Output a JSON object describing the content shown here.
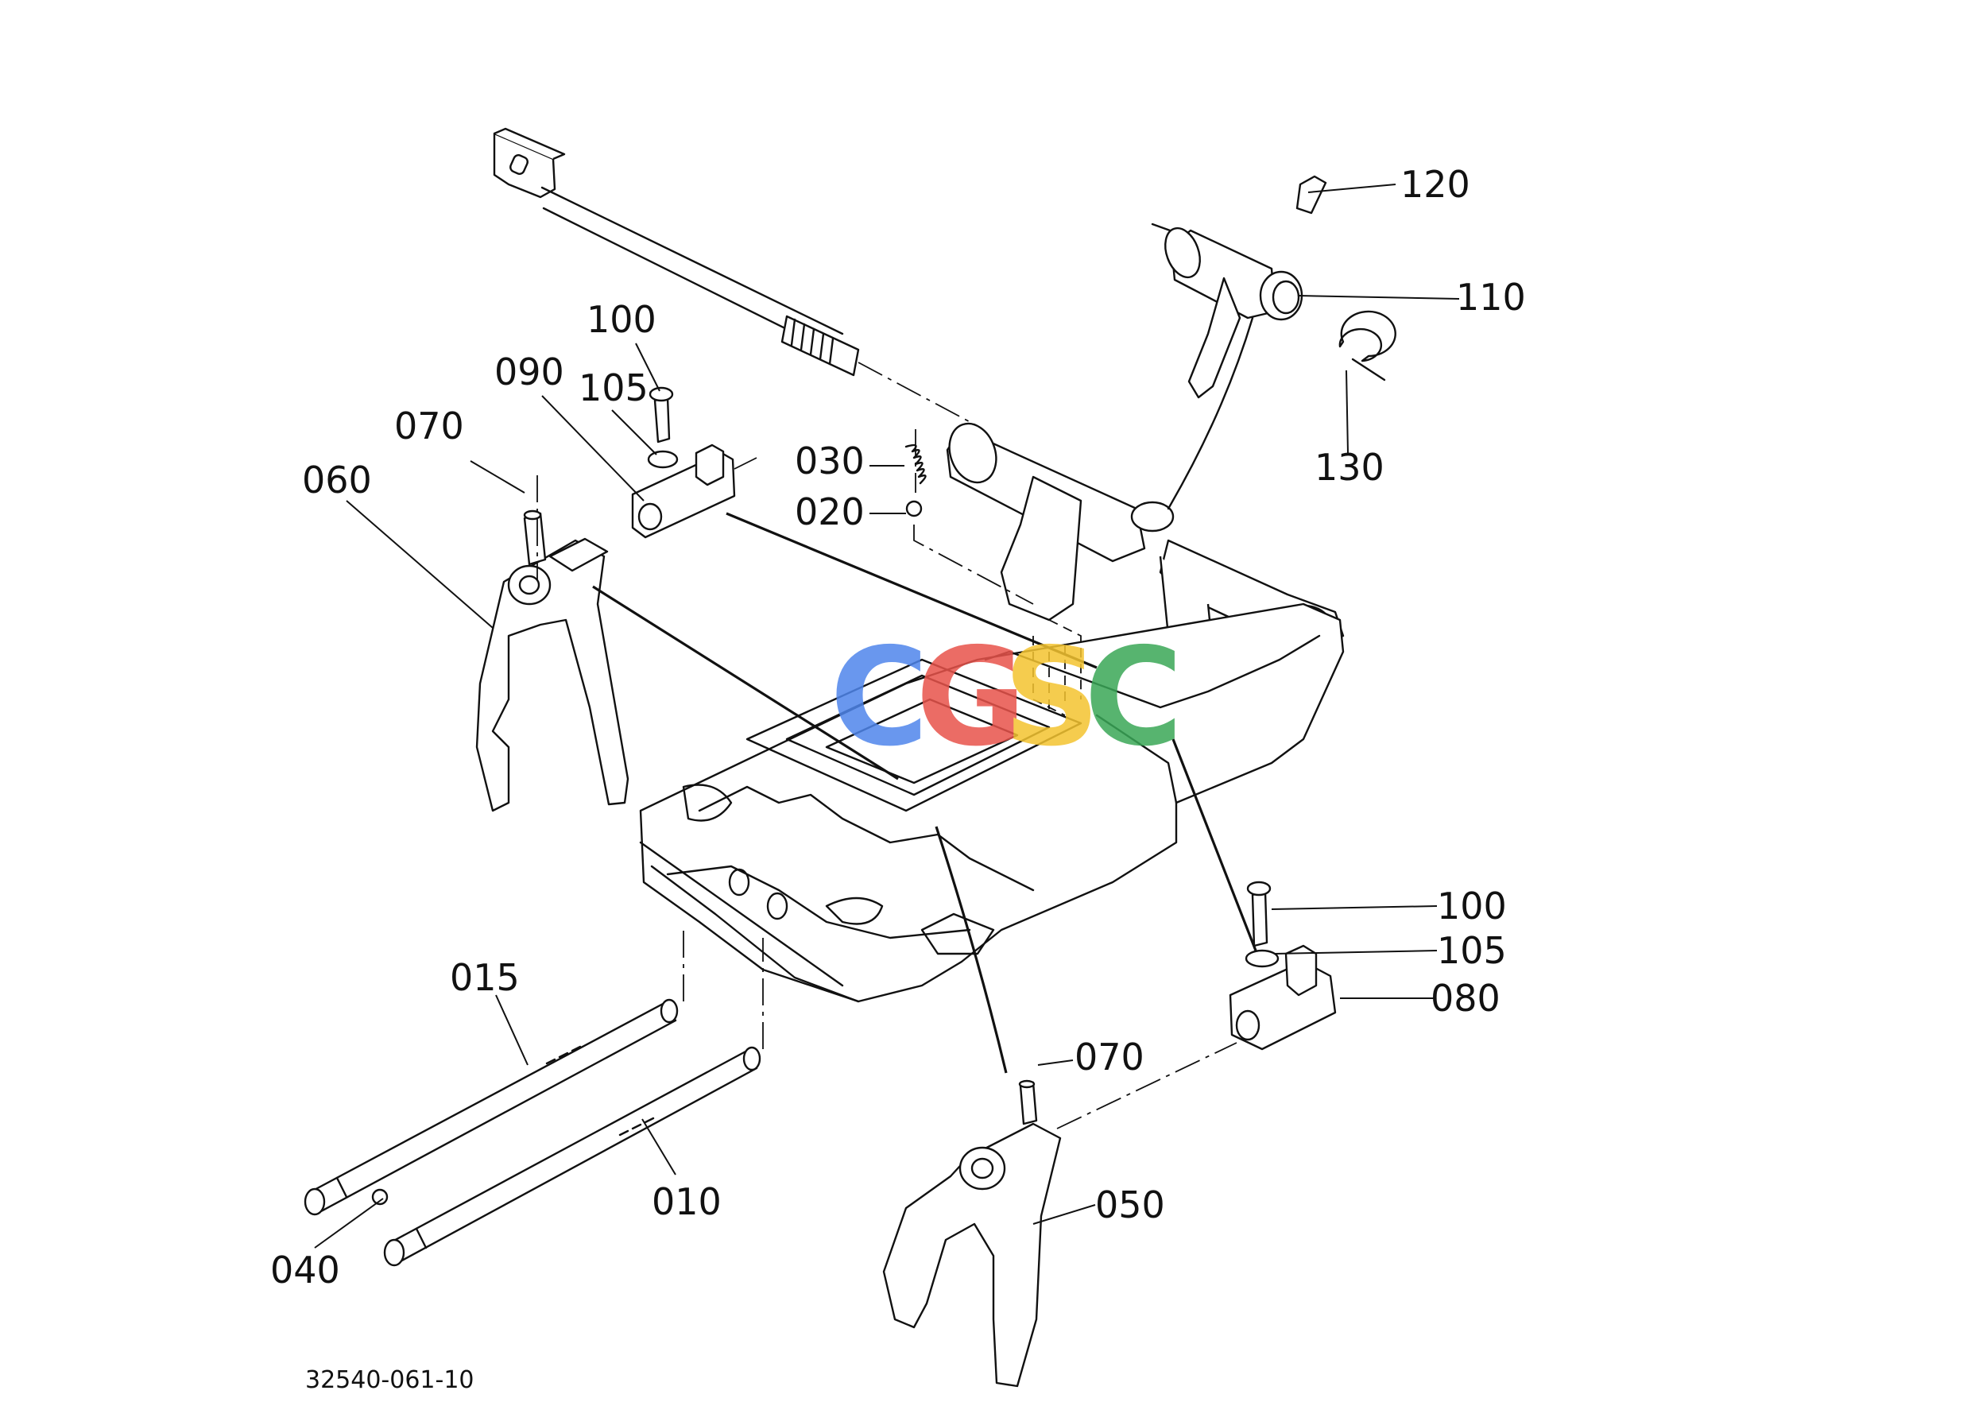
{
  "drawing_code": "32540-061-10",
  "watermark": {
    "letters": [
      "C",
      "G",
      "S",
      "C"
    ],
    "colors": [
      "#4f86ec",
      "#e8534b",
      "#f4c430",
      "#3aa757"
    ]
  },
  "callouts": {
    "c120": "120",
    "c110": "110",
    "c130": "130",
    "c100a": "100",
    "c105a": "105",
    "c090": "090",
    "c070a": "070",
    "c060": "060",
    "c030": "030",
    "c020": "020",
    "c100b": "100",
    "c105b": "105",
    "c080": "080",
    "c015": "015",
    "c010": "010",
    "c040": "040",
    "c070b": "070",
    "c050": "050"
  }
}
